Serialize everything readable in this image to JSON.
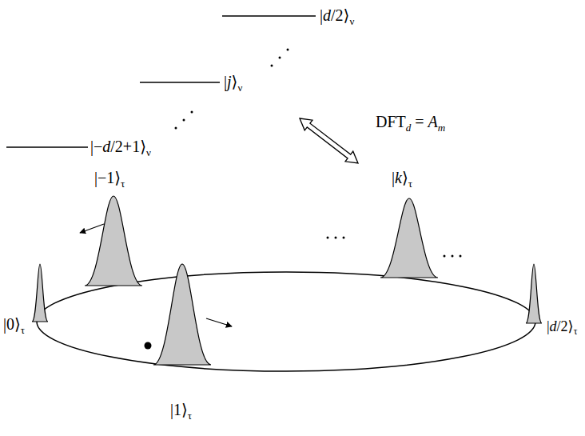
{
  "diagram": {
    "labels": [
      "|d/2⟩ν",
      "|j⟩ν",
      "|−d/2+1⟩ν",
      "DFTd = Am",
      "|−1⟩τ",
      "|k⟩τ",
      "|0⟩τ",
      "|d/2⟩τ",
      "|1⟩τ"
    ]
  }
}
